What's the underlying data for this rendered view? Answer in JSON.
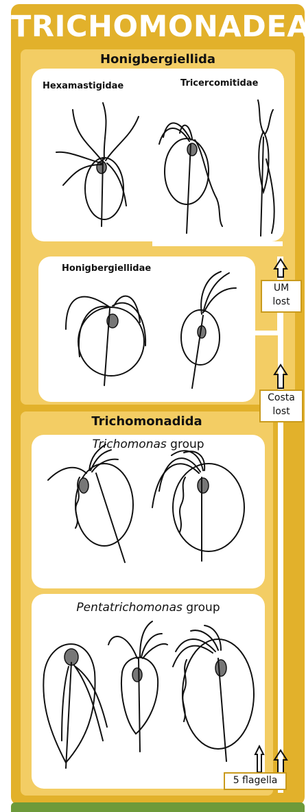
{
  "title": "TRICHOMONADEA",
  "sections": {
    "honigbergiellida": {
      "title": "Honigbergiellida"
    },
    "trichomonadida": {
      "title": "Trichomonadida"
    }
  },
  "families": {
    "hexamastigidae": "Hexamastigidae",
    "tricercomitidae": "Tricercomitidae",
    "honigbergiellidae": "Honigbergiellidae"
  },
  "groups": {
    "trichomonas": {
      "name": "Trichomonas",
      "suffix": " group"
    },
    "pentatrichomonas": {
      "name": "Pentatrichomonas",
      "suffix": " group"
    }
  },
  "traits": {
    "um_lost_line1": "UM",
    "um_lost_line2": "lost",
    "costa_lost_line1": "Costa",
    "costa_lost_line2": "lost",
    "five_flagella": "5 flagella"
  },
  "colors": {
    "outer": "#e2b12b",
    "inner": "#f3cd64",
    "box": "#ffffff",
    "accent_green": "#6d9a3a"
  }
}
